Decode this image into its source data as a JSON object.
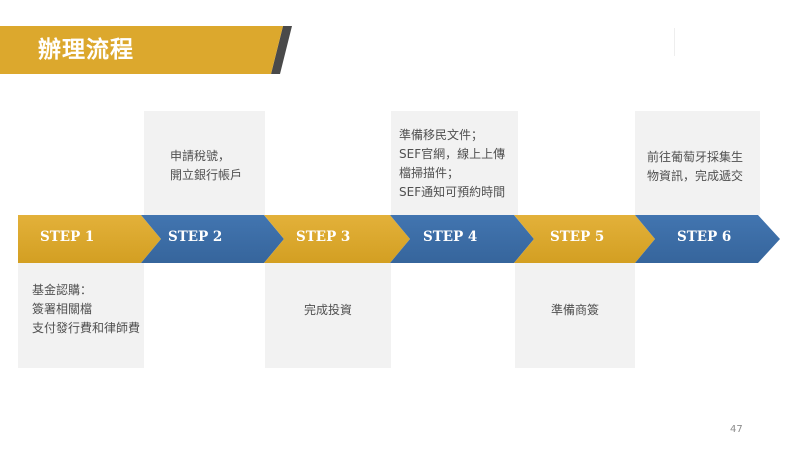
{
  "title": "辦理流程",
  "page_number": "47",
  "colors": {
    "gold": "#dca82d",
    "gold_dark": "#c9961f",
    "blue": "#3c6ea8",
    "title_shadow": "#4a4a4a",
    "box_bg": "#f2f2f2",
    "box_text": "#505050"
  },
  "steps": [
    {
      "label": "STEP 1",
      "color": "gold",
      "box_position": "below",
      "text_lines": [
        "基金認購：",
        "簽署相關檔",
        "支付發行費和律師費"
      ]
    },
    {
      "label": "STEP 2",
      "color": "blue",
      "box_position": "above",
      "text_lines": [
        "申請稅號，",
        "開立銀行帳戶"
      ]
    },
    {
      "label": "STEP 3",
      "color": "gold",
      "box_position": "below",
      "text_lines": [
        "完成投資"
      ]
    },
    {
      "label": "STEP 4",
      "color": "blue",
      "box_position": "above",
      "text_lines": [
        "準備移民文件；",
        "SEF官網，線上上傳",
        "檔掃描件；",
        "SEF通知可預約時間"
      ]
    },
    {
      "label": "STEP 5",
      "color": "gold",
      "box_position": "below",
      "text_lines": [
        "準備商簽"
      ]
    },
    {
      "label": "STEP 6",
      "color": "blue",
      "box_position": "above",
      "text_lines": [
        "前往葡萄牙採集生",
        "物資訊，完成遞交"
      ]
    }
  ]
}
